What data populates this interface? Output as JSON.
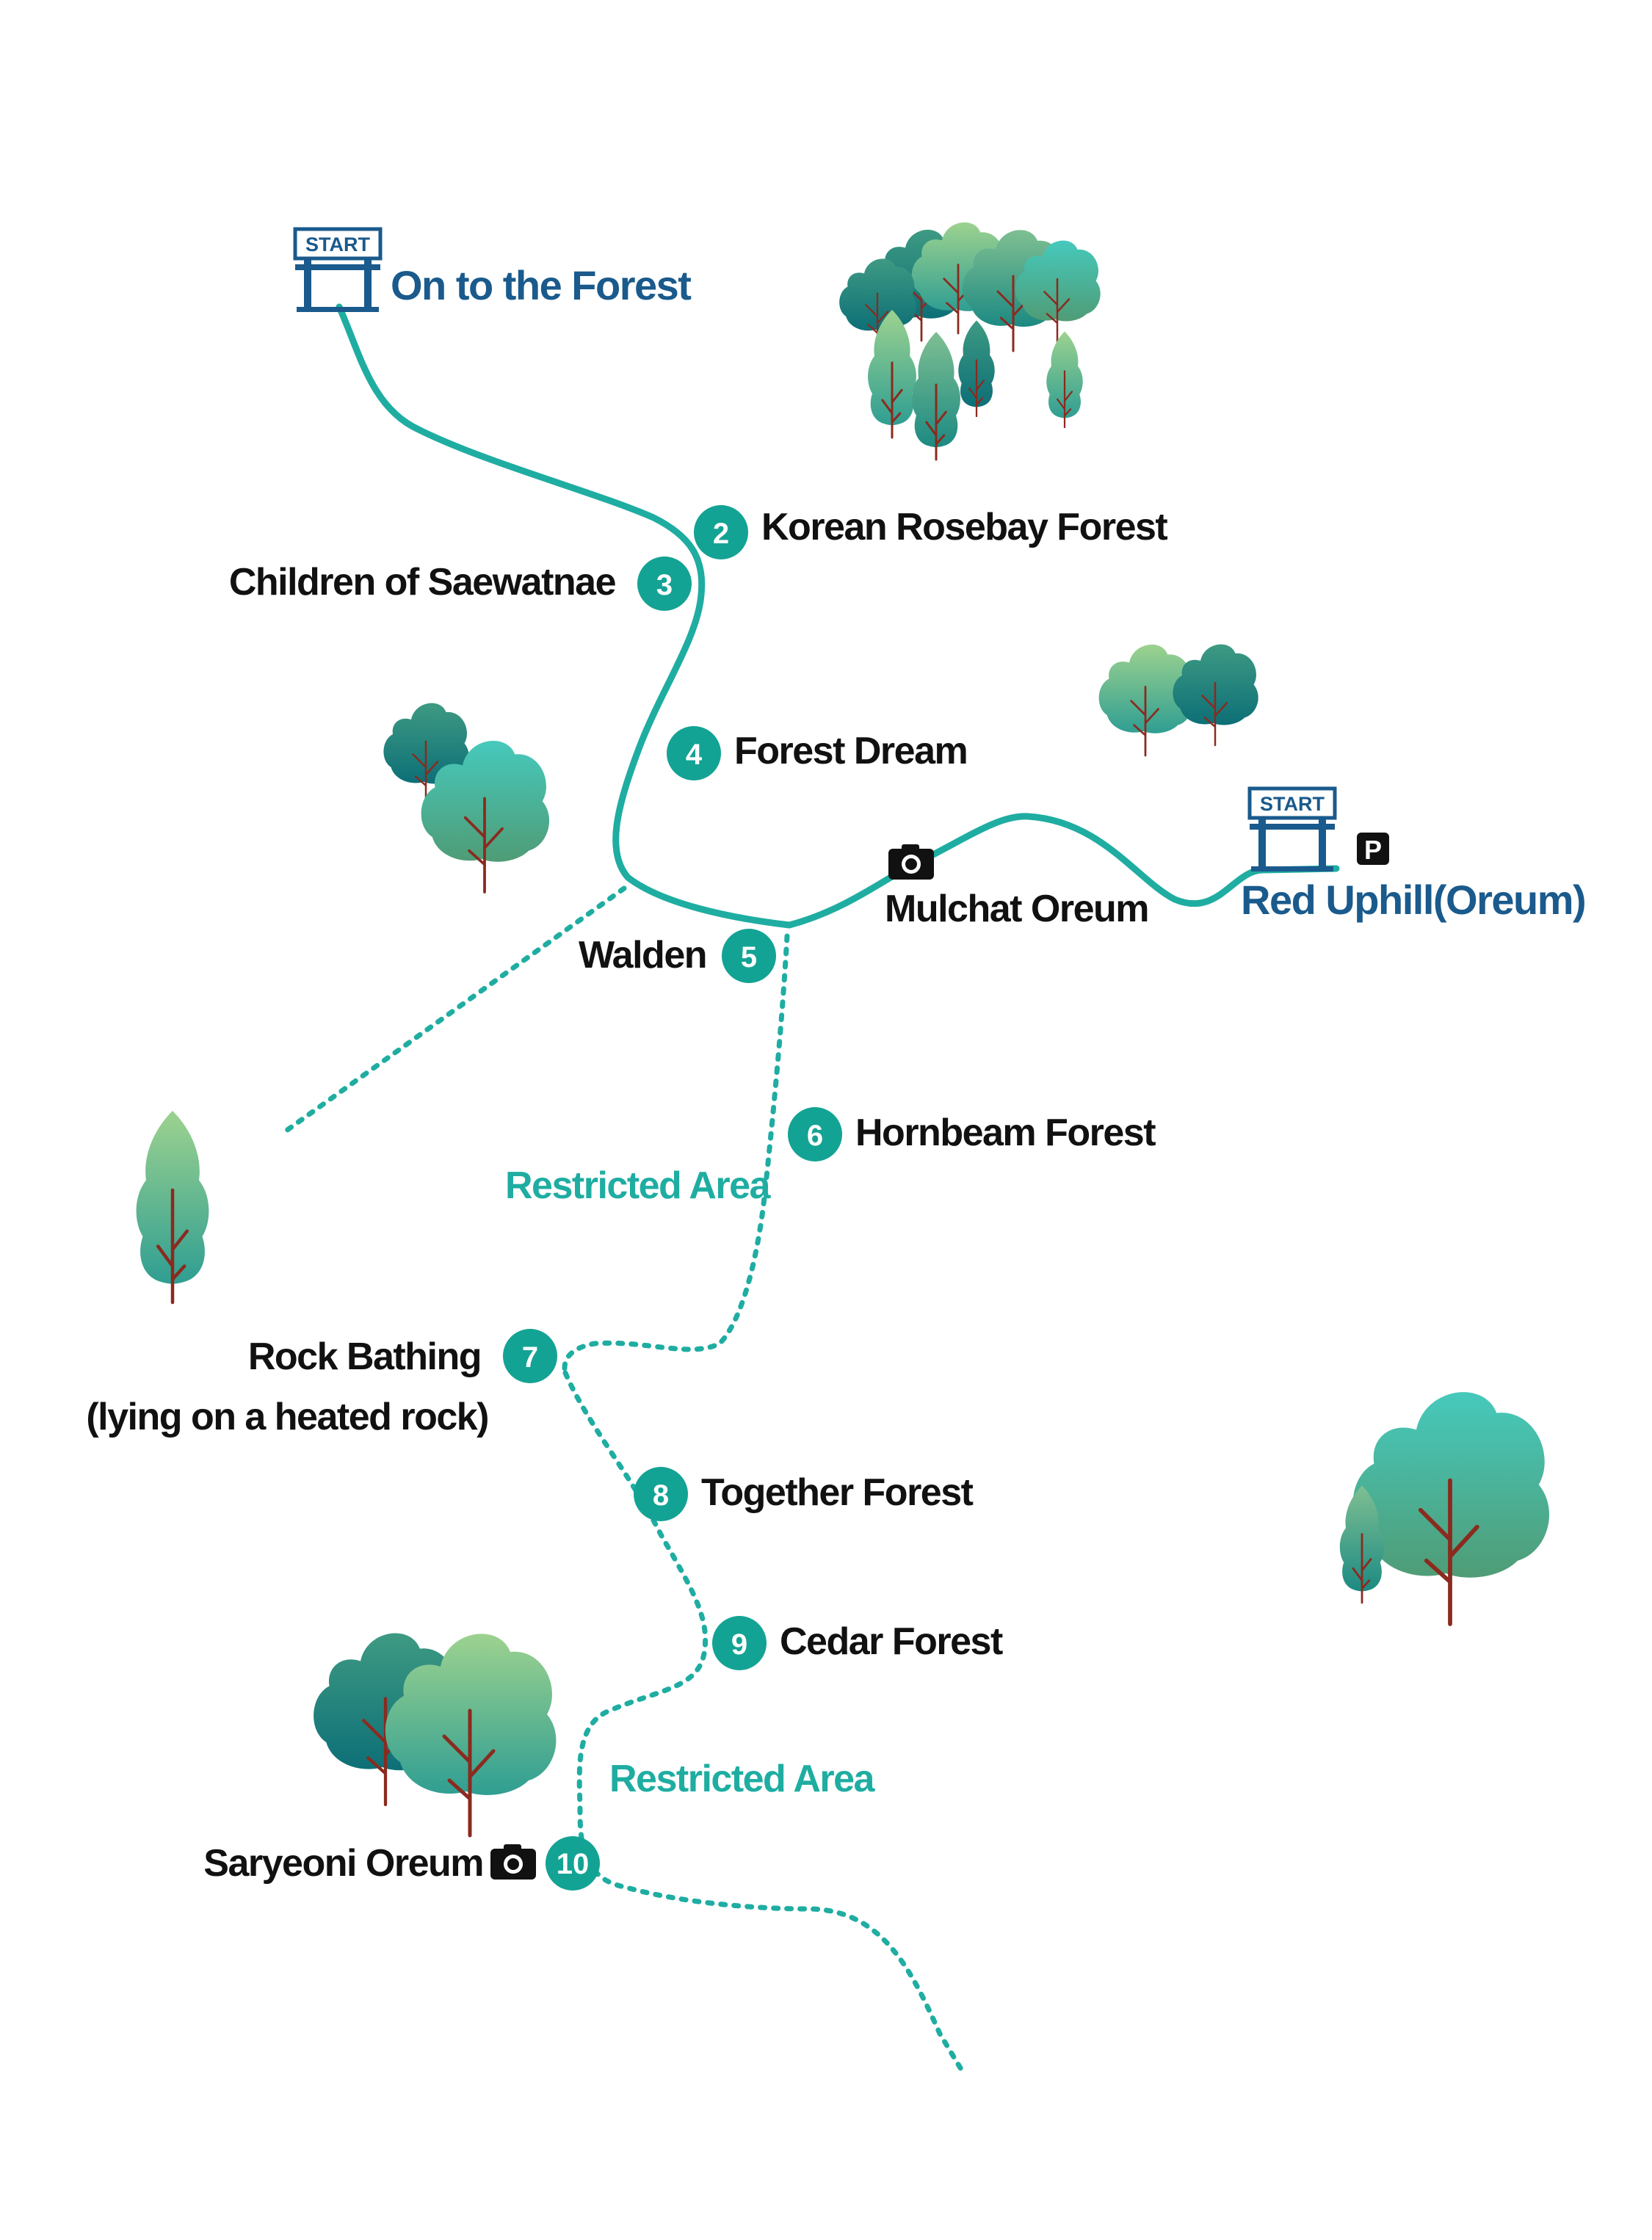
{
  "trailheads": {
    "forest": {
      "sign": "START",
      "name": "On to the Forest"
    },
    "uphill": {
      "sign": "START",
      "name": "Red Uphill(Oreum)",
      "parking": "P"
    }
  },
  "stops": [
    {
      "num": "2",
      "name": "Korean Rosebay Forest"
    },
    {
      "num": "3",
      "name": "Children of Saewatnae"
    },
    {
      "num": "4",
      "name": "Forest Dream"
    },
    {
      "num": "5",
      "name": "Walden"
    },
    {
      "num": "6",
      "name": "Hornbeam Forest"
    },
    {
      "num": "7",
      "name": "Rock Bathing",
      "note": "(lying on a heated rock)"
    },
    {
      "num": "8",
      "name": "Together Forest"
    },
    {
      "num": "9",
      "name": "Cedar Forest"
    },
    {
      "num": "10",
      "name": "Saryeoni Oreum"
    }
  ],
  "viewpoints": {
    "mulchat": "Mulchat Oreum"
  },
  "restricted": {
    "label": "Restricted Area"
  },
  "icons": [
    "camera-icon",
    "parking-icon",
    "start-gate-icon",
    "tree-icon"
  ],
  "colors": {
    "trail": "#1fada2",
    "badge": "#13a394",
    "start_blue": "#1a5a8c",
    "tree_dark": "#2b8a7a",
    "tree_light": "#8cc49a",
    "trunk": "#8b2a1f"
  }
}
